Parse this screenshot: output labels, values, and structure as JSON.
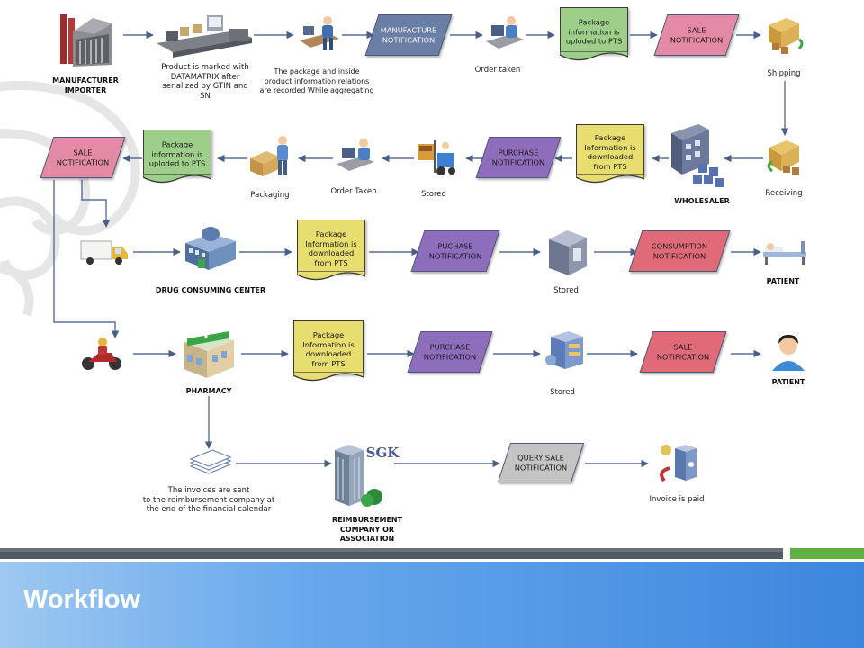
{
  "footer": {
    "title": "Workflow"
  },
  "notifications": {
    "manufacture": "MANUFACTURE\nNOTIFICATION",
    "sale_top": "SALE\nNOTIFICATION",
    "purchase_row2": "PURCHASE\nNOTIFICATION",
    "sale_left": "SALE\nNOTIFICATION",
    "puchase_row3": "PUCHASE\nNOTIFICATION",
    "consumption": "CONSUMPTION\nNOTIFICATION",
    "puchase_row4": "PURCHASE\nNOTIFICATION",
    "sale_row4": "SALE\nNOTIFICATION",
    "query_sale": "QUERY SALE\nNOTIFICATION"
  },
  "documents": {
    "uploaded_top": "Package\ninformation is\nuploded to PTS",
    "downloaded_row2": "Package\nInformation is\ndownloaded\nfrom PTS",
    "uploaded_row2": "Package\ninformation is\nuploded to PTS",
    "downloaded_row3": "Package\nInformation is\ndownloaded\nfrom PTS",
    "downloaded_row4": "Package\nInformation is\ndownloaded\nfrom PTS"
  },
  "labels": {
    "manufacturer": "MANUFACTURER\nIMPORTER",
    "marked": "Product is marked with\nDATAMATRIX after\nserialized by GTIN and\nSN",
    "aggregating": "The package and inside\nproduct information relations\nare recorded While aggregating",
    "order_taken": "Order taken",
    "shipping": "Shipping",
    "receiving": "Receiving",
    "wholesaler": "WHOLESALER",
    "stored_row2": "Stored",
    "order_taken_row2": "Order Taken",
    "packaging": "Packaging",
    "drug_center": "DRUG CONSUMING CENTER",
    "stored_row3": "Stored",
    "patient_row3": "PATIENT",
    "pharmacy": "PHARMACY",
    "stored_row4": "Stored",
    "patient_row4": "PATIENT",
    "invoices": "The invoices are sent\nto the reimbursement company at\nthe end of the financial calendar",
    "reimbursement": "REIMBURSEMENT\nCOMPANY OR\nASSOCIATION",
    "sgk": "SGK",
    "invoice_paid": "Invoice is paid"
  },
  "colors": {
    "manufacture_fill": "#6b7fa6",
    "sale_fill": "#e58aa6",
    "purchase_fill": "#8e6dbd",
    "consumption_fill": "#e06a77",
    "query_fill": "#c4c4c4",
    "doc_green": "#9ecf8a",
    "doc_yellow": "#e8de70",
    "footer_title": "#ffffff"
  }
}
